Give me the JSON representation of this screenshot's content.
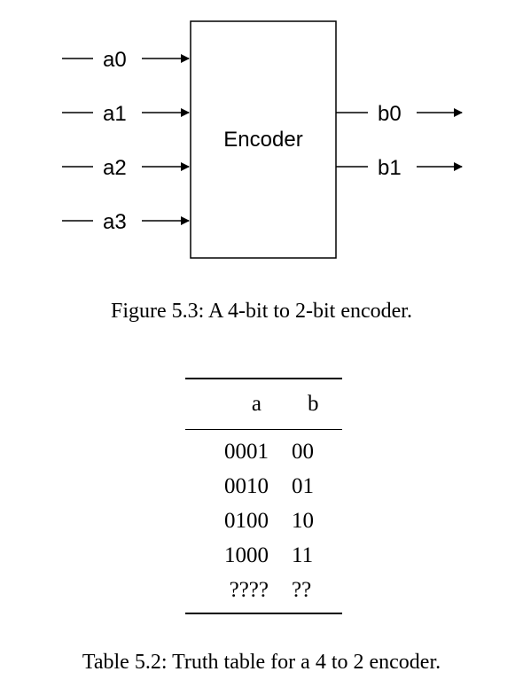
{
  "figure": {
    "block_label": "Encoder",
    "inputs": [
      "a0",
      "a1",
      "a2",
      "a3"
    ],
    "outputs": [
      "b0",
      "b1"
    ],
    "caption": "Figure 5.3: A 4-bit to 2-bit encoder."
  },
  "table": {
    "headers": {
      "a": "a",
      "b": "b"
    },
    "rows": [
      {
        "a": "0001",
        "b": "00"
      },
      {
        "a": "0010",
        "b": "01"
      },
      {
        "a": "0100",
        "b": "10"
      },
      {
        "a": "1000",
        "b": "11"
      },
      {
        "a": "????",
        "b": "??"
      }
    ],
    "caption": "Table 5.2: Truth table for a 4 to 2 encoder."
  }
}
